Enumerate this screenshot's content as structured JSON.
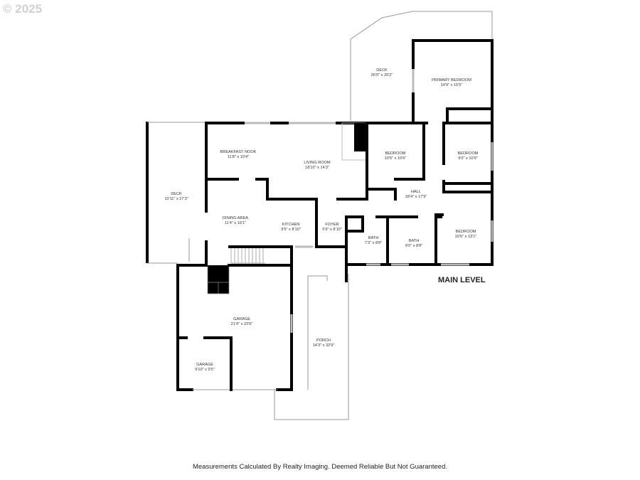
{
  "watermark": "© 2025",
  "level_label": "MAIN LEVEL",
  "disclaimer": "Measurements Calculated By Realty Imaging.  Deemed Reliable But Not Guaranteed.",
  "rooms": [
    {
      "name": "DECK",
      "dim": "26'0\" x 20'2\""
    },
    {
      "name": "PRIMARY BEDROOM",
      "dim": "14'9\" x 15'5\""
    },
    {
      "name": "BREAKFAST NOOK",
      "dim": "11'8\" x 10'4\""
    },
    {
      "name": "LIVING ROOM",
      "dim": "18'10\" x 14'3\""
    },
    {
      "name": "BEDROOM",
      "dim": "10'5\" x 10'6\""
    },
    {
      "name": "BEDROOM",
      "dim": "9'0\" x 10'9\""
    },
    {
      "name": "DECK",
      "dim": "10'11\" x 27'3\""
    },
    {
      "name": "HALL",
      "dim": "18'4\" x 17'9\""
    },
    {
      "name": "DINING AREA",
      "dim": "11'4\" x 16'1\""
    },
    {
      "name": "KITCHEN",
      "dim": "9'5\" x 8'10\""
    },
    {
      "name": "FOYER",
      "dim": "5'9\" x 8'10\""
    },
    {
      "name": "BATH",
      "dim": "7'3\" x 8'8\""
    },
    {
      "name": "BATH",
      "dim": "9'0\" x 8'8\""
    },
    {
      "name": "BEDROOM",
      "dim": "10'6\" x 13'1\""
    },
    {
      "name": "GARAGE",
      "dim": "21'4\" x 23'6\""
    },
    {
      "name": "PORCH",
      "dim": "14'3\" x 32'9\""
    },
    {
      "name": "GARAGE",
      "dim": "9'10\" x 9'5\""
    }
  ]
}
